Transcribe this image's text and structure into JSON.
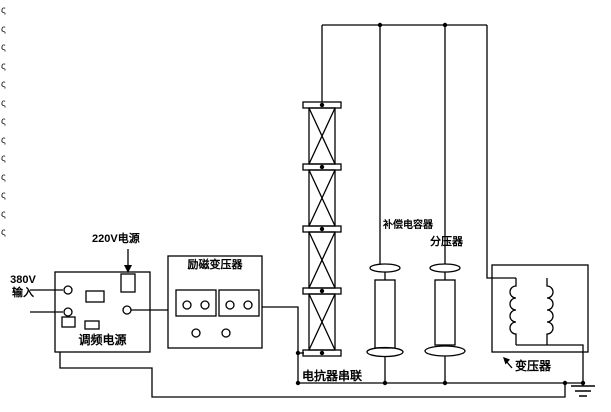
{
  "diagram": {
    "labels": {
      "input_380v_line1": "380V",
      "input_380v_line2": "输入",
      "power_220v": "220V电源",
      "vf_power": "调频电源",
      "excitation_transformer": "励磁变压器",
      "reactor_series": "电抗器串联",
      "compensation_capacitor": "补偿电容器",
      "voltage_divider": "分压器",
      "transformer": "变压器"
    },
    "edge_mark_glyph": "ς",
    "colors": {
      "line": "#000000",
      "background": "#ffffff"
    }
  }
}
